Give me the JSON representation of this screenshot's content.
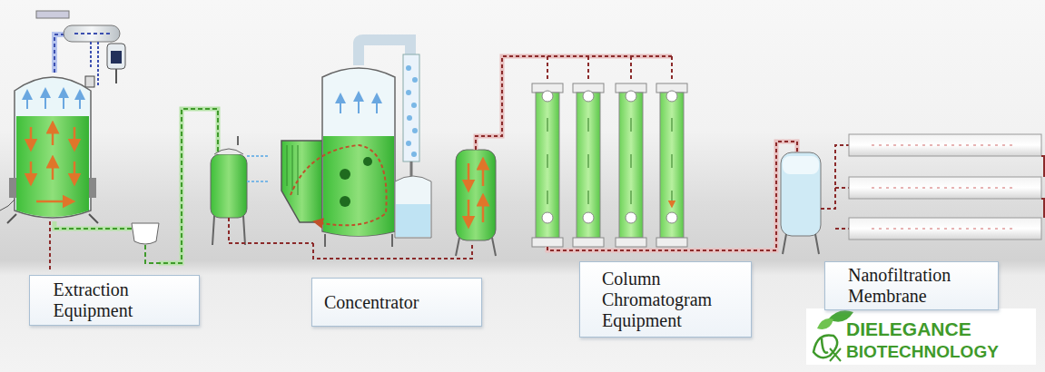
{
  "diagram": {
    "nodes": [
      {
        "text": [
          "Extraction Equipment"
        ]
      },
      {
        "text": [
          "Concentrator"
        ]
      },
      {
        "text": [
          "Column Chromatogram Equipment"
        ]
      },
      {
        "text": [
          "Nanofiltration Membrane"
        ]
      }
    ],
    "labels": [
      "DIELEGANCE",
      "BIOTECHNOLOGY"
    ]
  }
}
